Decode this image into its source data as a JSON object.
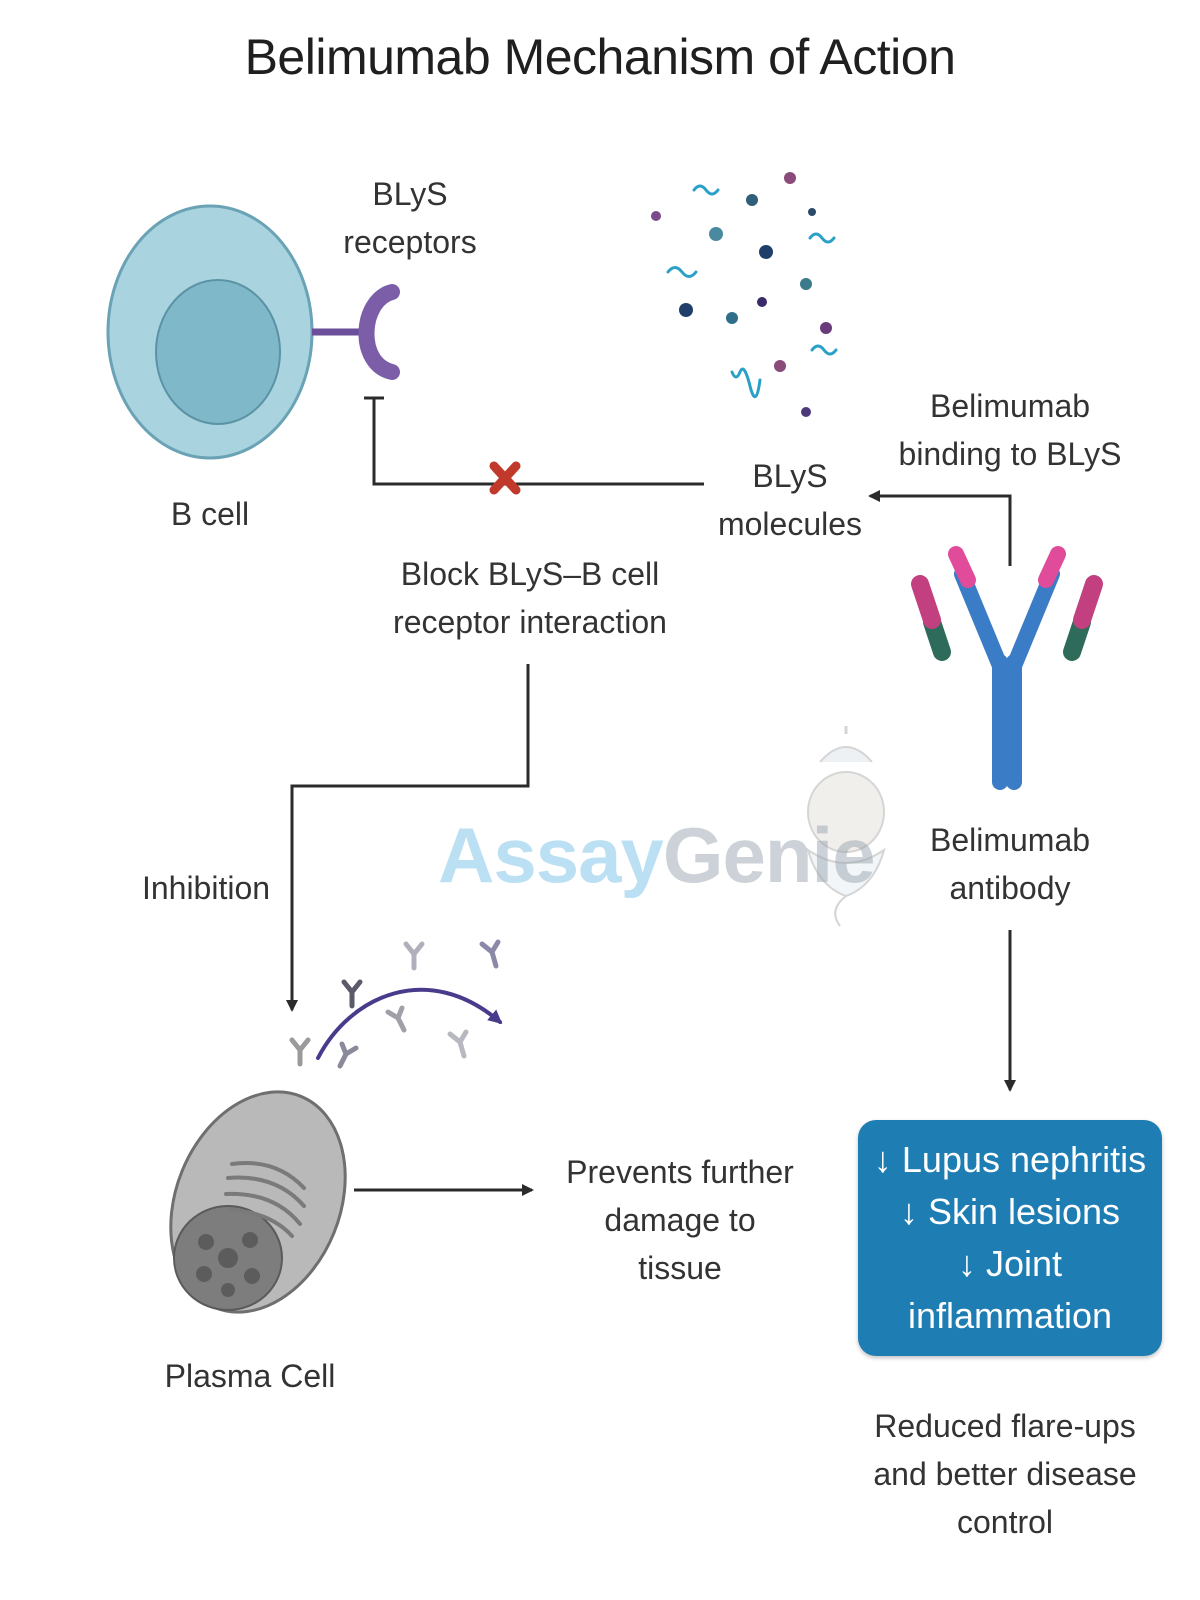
{
  "title": "Belimumab Mechanism of Action",
  "labels": {
    "blys_receptors": [
      "BLyS",
      "receptors"
    ],
    "b_cell": "B cell",
    "blys_molecules": [
      "BLyS",
      "molecules"
    ],
    "belimumab_binding": [
      "Belimumab",
      "binding to BLyS"
    ],
    "block_interaction": [
      "Block BLyS–B cell",
      "receptor interaction"
    ],
    "inhibition": "Inhibition",
    "belimumab_antibody": [
      "Belimumab",
      "antibody"
    ],
    "plasma_cell": "Plasma Cell",
    "prevents_damage": [
      "Prevents further",
      "damage to",
      "tissue"
    ],
    "reduced_flare": [
      "Reduced flare-ups",
      "and better disease",
      "control"
    ]
  },
  "outcomes": [
    "↓ Lupus nephritis",
    "↓ Skin lesions",
    "↓ Joint",
    "inflammation"
  ],
  "watermark": {
    "part1": "Assay",
    "part2": "Genie"
  },
  "colors": {
    "b_cell_outer": "#a9d3df",
    "b_cell_inner": "#7fb8c8",
    "receptor": "#7b5ea7",
    "outcome_box": "#1e7db3",
    "block_x": "#c0392b",
    "antibody_blue": "#3a7cc6",
    "antibody_pink": "#e04c9a",
    "antibody_green": "#2f6b5a"
  }
}
